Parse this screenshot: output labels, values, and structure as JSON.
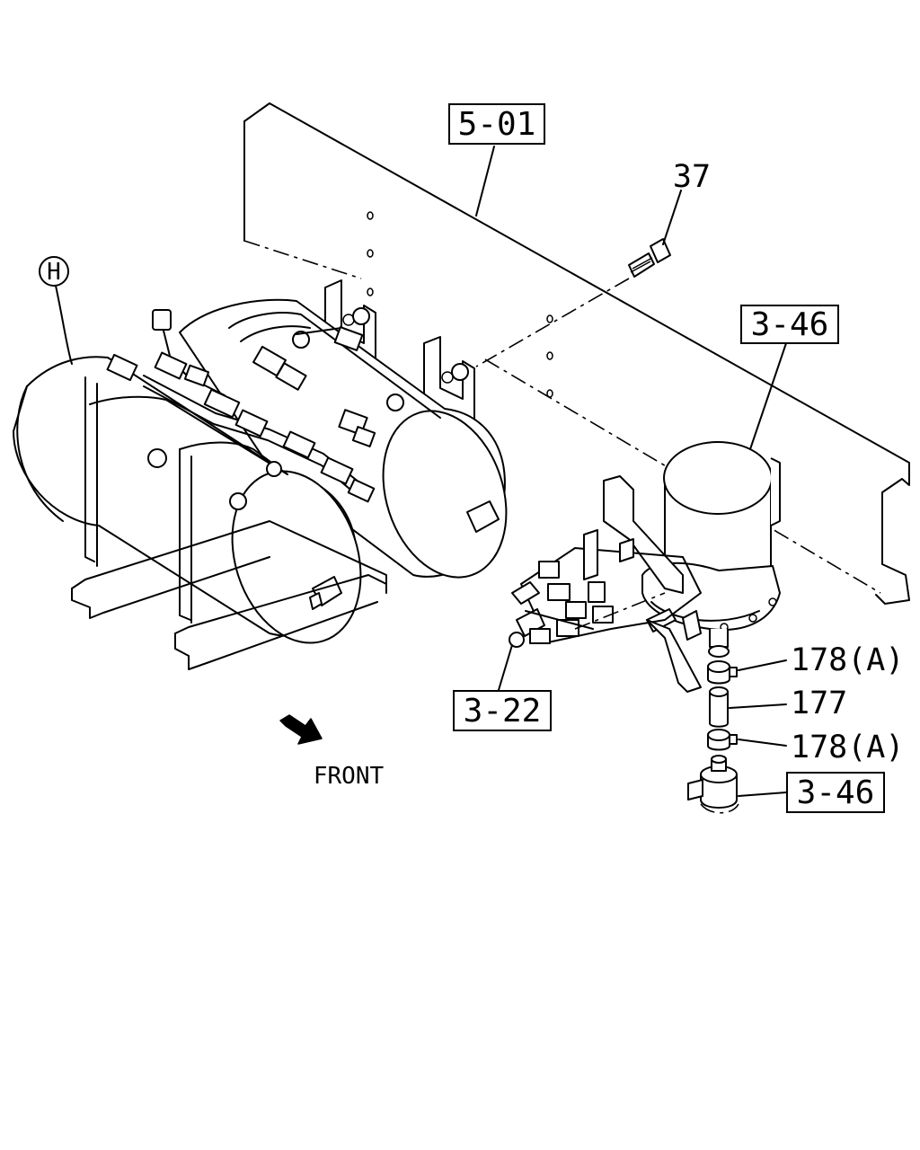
{
  "callouts": {
    "frame_ref": "5-01",
    "bolt": "37",
    "dryer_ref": "3-46",
    "circle_ref": "H",
    "valve_ref": "3-22",
    "clip_upper": "178(A)",
    "hose": "177",
    "clip_lower": "178(A)",
    "fitting_ref": "3-46"
  },
  "direction_label": "FRONT"
}
